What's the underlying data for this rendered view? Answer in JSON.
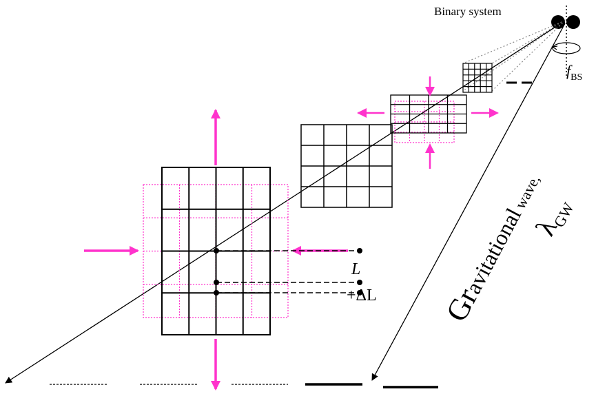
{
  "labels": {
    "binary_system": "Binary system",
    "f_main": "f",
    "f_sub": "BS",
    "L": "L",
    "delta_L": "+ΔL",
    "gw_big": "Gr",
    "gw_rest": "avitational",
    "gw_wave": " wave,",
    "lambda": "λ",
    "lambda_sub": "GW"
  },
  "colors": {
    "ink": "#000000",
    "magenta": "#ff33cc",
    "grey": "#888888"
  }
}
